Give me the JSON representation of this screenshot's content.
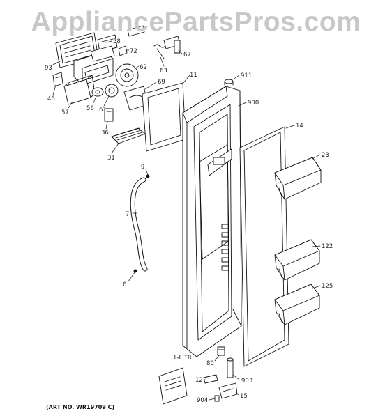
{
  "watermark": "AppliancePartsPros.com",
  "art_number": "(ART NO. WR19709 C)",
  "parts": {
    "p93": "93",
    "p58": "58",
    "p72": "72",
    "p63": "63",
    "p67": "67",
    "p62": "62",
    "p46": "46",
    "p57": "57",
    "p56": "56",
    "p61": "61",
    "p69": "69",
    "p36": "36",
    "p31": "31",
    "p11": "11",
    "p911": "911",
    "p900": "900",
    "p14": "14",
    "p23": "23",
    "p9": "9",
    "p7": "7",
    "p6": "6",
    "p122": "122",
    "p125": "125",
    "p1litr": "1-LITR.",
    "p80": "80",
    "p12": "12",
    "p903": "903",
    "p904": "904",
    "p15": "15"
  }
}
